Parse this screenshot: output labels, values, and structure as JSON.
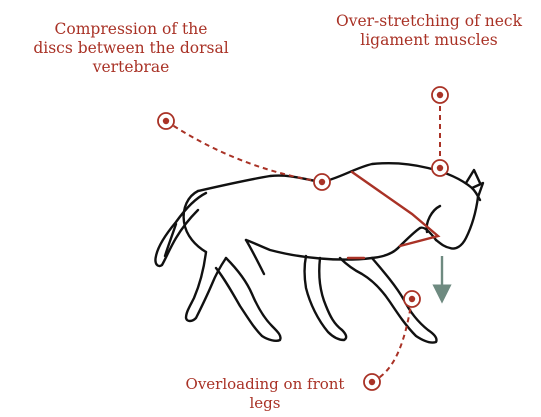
{
  "colors": {
    "annotation": "#a93226",
    "outline": "#111111",
    "force_arrow": "#6e8a80",
    "background": "#ffffff"
  },
  "annotations": {
    "dorsal": {
      "lines": [
        "Compression of the",
        "discs between the dorsal",
        "vertebrae"
      ]
    },
    "neck": {
      "lines": [
        "Over-stretching of neck",
        "ligament muscles"
      ]
    },
    "legs": {
      "lines": [
        "Overloading on front",
        "legs"
      ]
    }
  },
  "icons": {
    "marker": "target-marker-icon",
    "arrow": "down-arrow-icon",
    "horse": "horse-outline-icon"
  }
}
